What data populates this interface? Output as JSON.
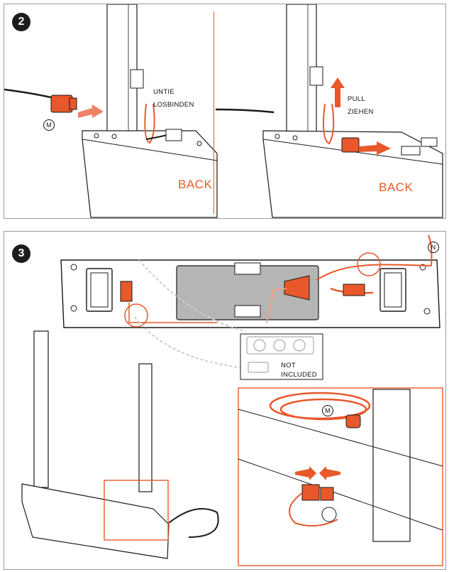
{
  "steps": {
    "step2": {
      "number": "2"
    },
    "step3": {
      "number": "3"
    }
  },
  "labels": {
    "untie": "UNTIE",
    "losbinden": "LOSBINDEN",
    "back_left": "BACK",
    "back_right": "BACK",
    "pull": "PULL",
    "ziehen": "ZIEHEN",
    "marker_m1": "M",
    "marker_m2": "M",
    "marker_n": "N",
    "not": "NOT",
    "included": "INCLUDED"
  },
  "colors": {
    "accent": "#e8582a",
    "line": "#1a1a1a",
    "frame": "#9a9a9a"
  },
  "icons": [
    "power-plug-icon",
    "power-strip-icon",
    "direction-arrow-icon"
  ]
}
